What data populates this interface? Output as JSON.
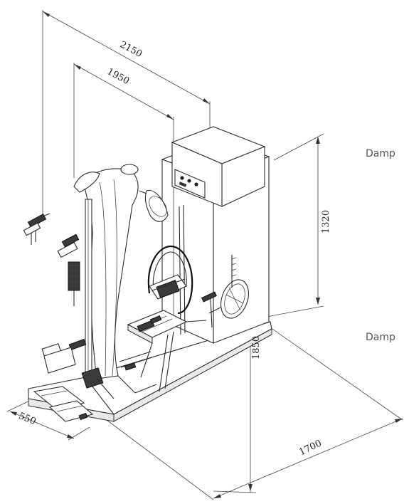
{
  "dimensions": {
    "top_outer": "2150",
    "top_inner": "1950",
    "right_height": "1320",
    "center_height": "1850",
    "base_width": "550",
    "base_depth": "1700"
  },
  "side_labels": {
    "upper": "Damp",
    "lower": "Damp"
  },
  "colors": {
    "line": "#2a2a2a",
    "text": "#222222",
    "side_text": "#555555"
  }
}
